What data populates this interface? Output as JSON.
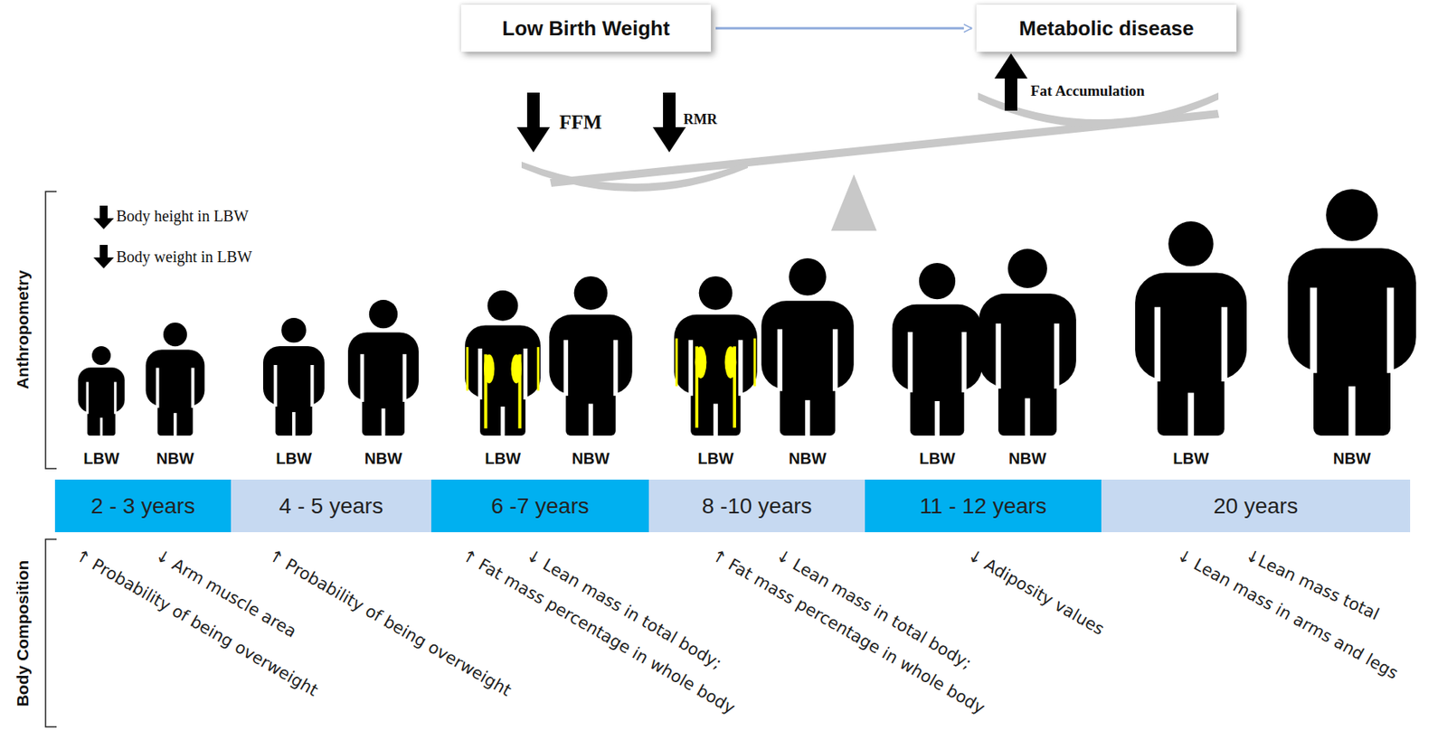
{
  "diagram": {
    "nodes": [
      {
        "text": [
          "Low Birth Weight"
        ]
      },
      {
        "text": [
          "Metabolic disease"
        ]
      },
      {
        "text": [
          "2 - 3 years"
        ]
      },
      {
        "text": [
          "4 - 5 years"
        ]
      },
      {
        "text": [
          "6 -7 years"
        ]
      },
      {
        "text": [
          "8 -10 years"
        ]
      },
      {
        "text": [
          "11 - 12 years"
        ]
      },
      {
        "text": [
          "20 years"
        ]
      }
    ],
    "edges": [
      {
        "from": 0,
        "to": 1,
        "arrow": "to"
      }
    ],
    "labels": [
      "FFM",
      "RMR",
      "Fat Accumulation",
      "Body height in LBW",
      "Body weight in LBW",
      "Anthropometry",
      "LBW",
      "NBW",
      "LBW",
      "NBW",
      "LBW",
      "NBW",
      "LBW",
      "NBW",
      "LBW",
      "NBW",
      "LBW",
      "NBW",
      "Body Composition",
      "↑ Probability of being overweight",
      "↓ Arm muscle area",
      "↑ Probability of being overweight",
      "↑ Fat mass percentage in whole body",
      "↓ Lean mass in total body;",
      "↑ Fat mass percentage in whole body",
      "↓ Lean mass in total body;",
      "↓ Adiposity values",
      "↓ Lean mass in arms and legs",
      "↓Lean mass total"
    ]
  }
}
